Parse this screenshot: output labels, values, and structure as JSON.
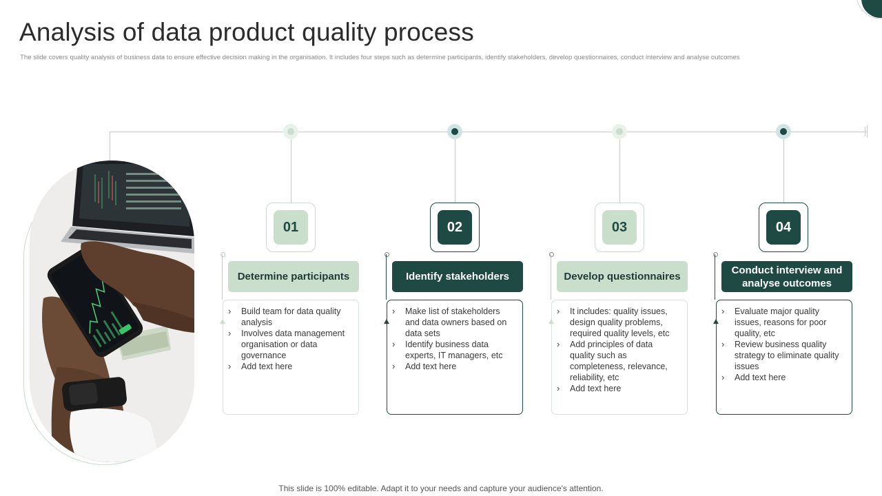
{
  "slide": {
    "title": "Analysis of data product quality process",
    "subtitle": "The slide covers quality analysis of business data to ensure effective decision making in the organisation. It includes four steps such as determine participants, identify stakeholders, develop questionnaires, conduct interview and analyse outcomes",
    "footer": "This slide is 100% editable. Adapt it to your needs and capture your audience's attention."
  },
  "colors": {
    "dark_green": "#1f4a44",
    "light_green": "#c9dfcc",
    "line_gray": "#c8c8c8"
  },
  "steps": [
    {
      "number": "01",
      "title": "Determine participants",
      "variant": "light",
      "bullets": [
        "Build team for data quality analysis",
        "Involves data management organisation or data governance",
        "Add text here"
      ]
    },
    {
      "number": "02",
      "title": "Identify stakeholders",
      "variant": "dark",
      "bullets": [
        "Make list of stakeholders and data owners based on data sets",
        "Identify business data experts, IT managers, etc",
        "Add text here"
      ]
    },
    {
      "number": "03",
      "title": "Develop questionnaires",
      "variant": "light",
      "bullets": [
        "It includes: quality issues, design quality problems, required quality levels, etc",
        "Add principles of data quality such as completeness, relevance, reliability, etc",
        "Add text here"
      ]
    },
    {
      "number": "04",
      "title": "Conduct interview and analyse outcomes",
      "variant": "dark",
      "bullets": [
        "Evaluate major quality issues, reasons for poor quality, etc",
        "Review business quality strategy to eliminate quality issues",
        "Add text here"
      ]
    }
  ],
  "image": {
    "icons": [
      "smartphone-trading-photo"
    ]
  }
}
